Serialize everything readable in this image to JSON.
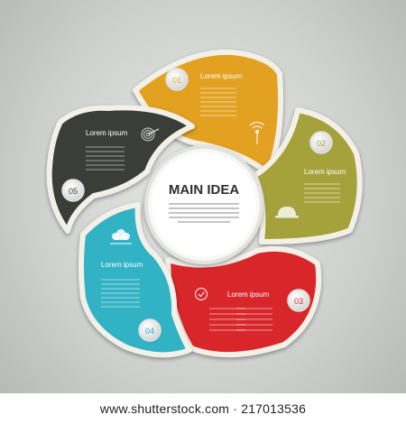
{
  "center": {
    "title": "MAIN IDEA"
  },
  "segments": [
    {
      "number": "01",
      "title": "Lorem ipsum",
      "color": "#e3a123",
      "icon": "antenna-icon"
    },
    {
      "number": "02",
      "title": "Lorem ipsum",
      "color": "#a5a23a",
      "icon": "hard-hat-icon"
    },
    {
      "number": "03",
      "title": "Lorem ipsum",
      "color": "#d8262b",
      "icon": "checkmark-icon"
    },
    {
      "number": "04",
      "title": "Lorem ipsum",
      "color": "#30b2c5",
      "icon": "cloud-icon"
    },
    {
      "number": "05",
      "title": "Lorem ipsum",
      "color": "#3a3e38",
      "icon": "target-icon"
    }
  ],
  "watermark": "www.shutterstock.com · 217013536"
}
